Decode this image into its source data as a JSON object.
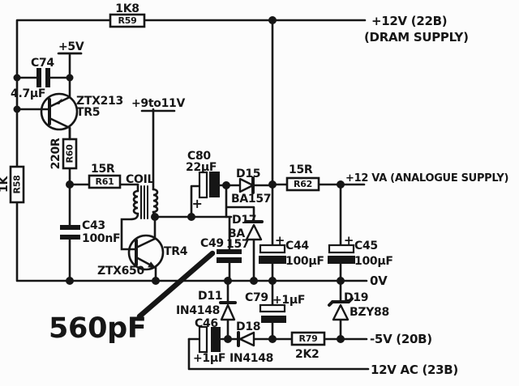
{
  "diagram": {
    "description": "Hand-drawn switch-mode power supply circuit schematic",
    "colors": {
      "ink": "#161616",
      "paper": "#fcfcfc"
    }
  },
  "rails": {
    "p12_dram_line1": "+12V (22B)",
    "p12_dram_line2": "(DRAM SUPPLY)",
    "p5": "+5V",
    "v9to11": "+9to11V",
    "analogue": "+12 VA (ANALOGUE SUPPLY)",
    "zero": "0V",
    "neg5": "-5V (20B)",
    "ac": "12V AC (23B)"
  },
  "components": {
    "R59": {
      "ref": "R59",
      "value": "1K8"
    },
    "R58": {
      "ref": "R58",
      "value": "1K"
    },
    "R60": {
      "ref": "R60",
      "value": "220R"
    },
    "R61": {
      "ref": "R61",
      "value": "15R"
    },
    "R62": {
      "ref": "R62",
      "value": "15R"
    },
    "R79": {
      "ref": "R79",
      "value": "2K2"
    },
    "C74": {
      "ref": "C74",
      "value": "4.7µF"
    },
    "C43": {
      "ref": "C43",
      "value": "100nF"
    },
    "C80": {
      "ref": "C80",
      "value": "22µF",
      "polarity": "+"
    },
    "C49": {
      "ref": "C49"
    },
    "C44": {
      "ref": "C44",
      "value": "100µF",
      "polarity": "+"
    },
    "C45": {
      "ref": "C45",
      "value": "100µF",
      "polarity": "+"
    },
    "C79": {
      "ref": "C79",
      "value": "+1µF"
    },
    "C46": {
      "ref": "C46",
      "value": "+1µF"
    },
    "TR5": {
      "ref": "TR5",
      "part": "ZTX213"
    },
    "TR4": {
      "ref": "TR4",
      "part": "ZTX650"
    },
    "D15": {
      "ref": "D15",
      "part": "BA157"
    },
    "D17": {
      "ref": "D17",
      "part_line1": "BA",
      "part_line2": "157"
    },
    "D11": {
      "ref": "D11",
      "part": "IN4148"
    },
    "D18": {
      "ref": "D18",
      "part": "IN4148"
    },
    "D19": {
      "ref": "D19",
      "part": "BZY88"
    },
    "coil": {
      "ref": "COIL"
    }
  },
  "annotation": {
    "value": "560pF"
  }
}
